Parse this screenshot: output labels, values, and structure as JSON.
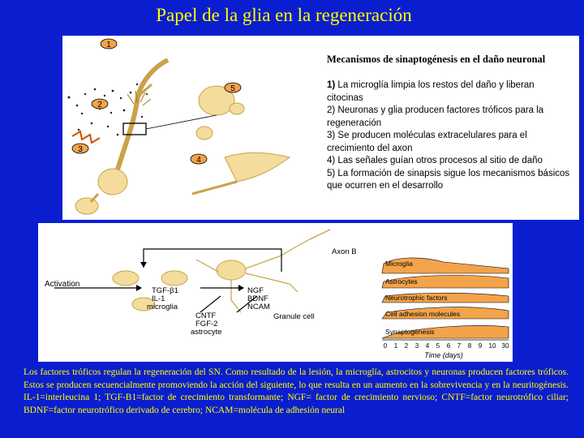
{
  "title": "Papel de la glia en la regeneración",
  "mechanisms": {
    "heading": "Mecanismos de sinaptogénesis en el daño neuronal",
    "items": [
      {
        "num": "1)",
        "text": " La microglía limpia los restos del daño y liberan citocinas"
      },
      {
        "num": "2)",
        "text": " Neuronas y glia producen factores tróficos para la regeneración"
      },
      {
        "num": "3)",
        "text": " Se producen moléculas extracelulares para el crecimiento del axon"
      },
      {
        "num": "4)",
        "text": " Las señales guían otros procesos al sitio de daño"
      },
      {
        "num": "5)",
        "text": " La formación de sinapsis sigue los mecanismos básicos que ocurren en el desarrollo"
      }
    ]
  },
  "top_diagram": {
    "markers": [
      "1",
      "2",
      "3",
      "4",
      "5"
    ]
  },
  "bottom_diagram": {
    "activation": "Activation",
    "microglia_factors": [
      "TGF-β1",
      "IL-1",
      "microglia"
    ],
    "astrocyte_factors": [
      "CNTF",
      "FGF-2",
      "astrocyte"
    ],
    "neuron_factors": [
      "NGF",
      "BDNF",
      "NCAM"
    ],
    "axon_label": "Axon B",
    "granule_label": "Granule cell",
    "timeline_rows": [
      "Microglia",
      "Astrocytes",
      "Neurotrophic factors",
      "Cell adhesion molecules",
      "Synaptogenesis"
    ],
    "time_ticks": [
      "0",
      "1",
      "2",
      "3",
      "4",
      "5",
      "6",
      "7",
      "8",
      "9",
      "10",
      "30"
    ],
    "time_axis_label": "Time (days)"
  },
  "caption": "Los factores tróficos regulan la regeneración del SN. Como resultado de la lesión, la microglía, astrocitos y neuronas producen factores tróficos. Estos se producen secuencialmente promoviendo la acción del siguiente, lo que resulta en un aumento en la sobrevivencia y en la neuritogénesis. IL-1=interleucina 1; TGF-B1=factor de crecimiento transformante; NGF= factor de crecimiento nervioso; CNTF=factor neurotrófico ciliar; BDNF=factor neurotrófico derivado de cerebro; NCAM=molécula de adhesión neural",
  "colors": {
    "background": "#0a1ecf",
    "title": "#ffff00",
    "caption": "#ffff00",
    "cell_fill": "#f4dc9c",
    "cell_stroke": "#c9a24a"
  }
}
